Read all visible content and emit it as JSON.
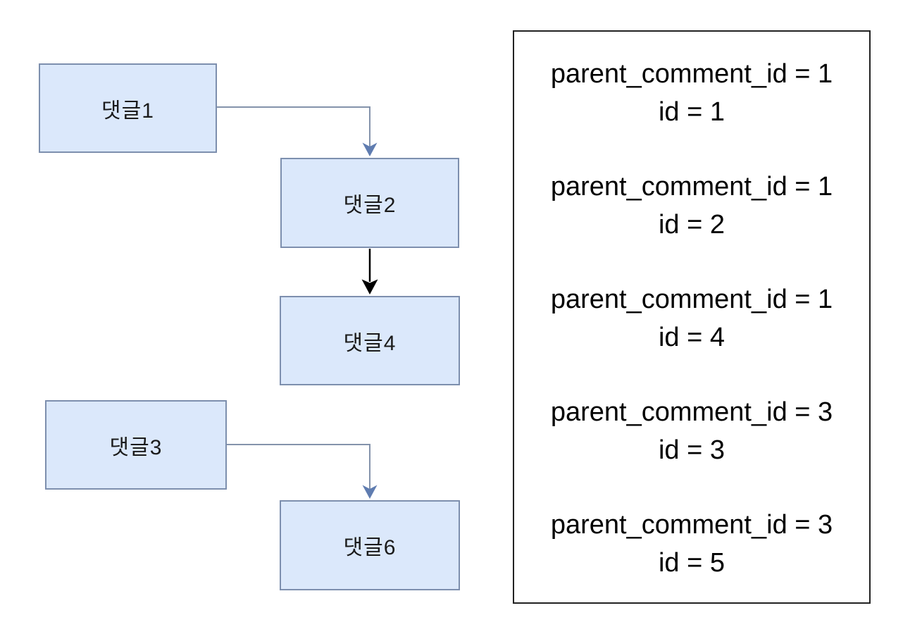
{
  "diagram": {
    "nodes": [
      {
        "key": "comment1",
        "label": "댓글1"
      },
      {
        "key": "comment2",
        "label": "댓글2"
      },
      {
        "key": "comment4",
        "label": "댓글4"
      },
      {
        "key": "comment3",
        "label": "댓글3"
      },
      {
        "key": "comment6",
        "label": "댓글6"
      }
    ],
    "edges": [
      {
        "from": "댓글1",
        "to": "댓글2",
        "style": "blue elbow arrow, right then down"
      },
      {
        "from": "댓글2",
        "to": "댓글4",
        "style": "black straight arrow, down"
      },
      {
        "from": "댓글3",
        "to": "댓글6",
        "style": "blue elbow arrow, right then down"
      }
    ],
    "colors": {
      "node_fill": "#dbe8fb",
      "node_border": "#7d8fae",
      "blue_connector_line": "#8493ab",
      "blue_connector_head": "#5f7cb0",
      "black_connector": "#000000",
      "panel_border": "#222222"
    }
  },
  "panel": {
    "entries": [
      {
        "parent_line": "parent_comment_id = 1",
        "id_line": "id = 1"
      },
      {
        "parent_line": "parent_comment_id = 1",
        "id_line": "id = 2"
      },
      {
        "parent_line": "parent_comment_id = 1",
        "id_line": "id = 4"
      },
      {
        "parent_line": "parent_comment_id = 3",
        "id_line": "id = 3"
      },
      {
        "parent_line": "parent_comment_id = 3",
        "id_line": "id = 5"
      }
    ]
  }
}
